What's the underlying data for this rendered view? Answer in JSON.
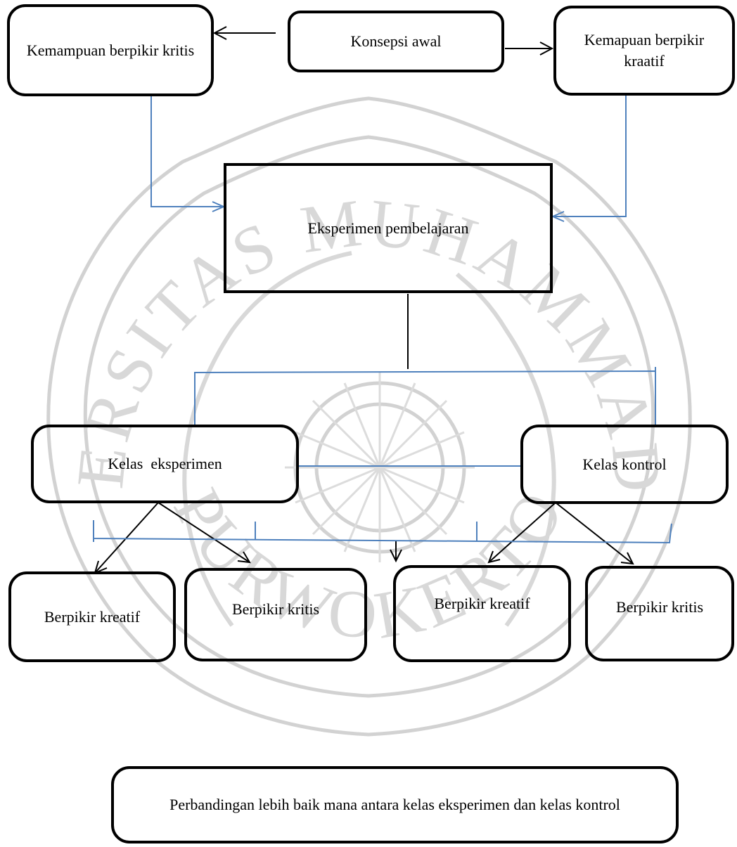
{
  "colors": {
    "box_border": "#000000",
    "connector_black": "#000000",
    "connector_blue": "#4f81bd",
    "watermark": "#cfcfcf"
  },
  "watermark": {
    "arc_text_top": "UNIVERSITAS MUHAMMADIYAH",
    "arc_text_bottom": "PURWOKERTO"
  },
  "nodes": {
    "kemampuan_kritis": "Kemampuan berpikir kritis",
    "konsepsi_awal": "Konsepsi awal",
    "kemapuan_kreatif": "Kemapuan berpikir kraatif",
    "eksperimen_pembelajaran": "Eksperimen pembelajaran",
    "kelas_eksperimen": "Kelas  eksperimen",
    "kelas_kontrol": "Kelas kontrol",
    "eks_kreatif": "Berpikir kreatif",
    "eks_kritis": "Berpikir kritis",
    "kon_kreatif": "Berpikir kreatif",
    "kon_kritis": "Berpikir kritis",
    "perbandingan": "Perbandingan lebih baik mana antara kelas eksperimen dan kelas kontrol"
  }
}
